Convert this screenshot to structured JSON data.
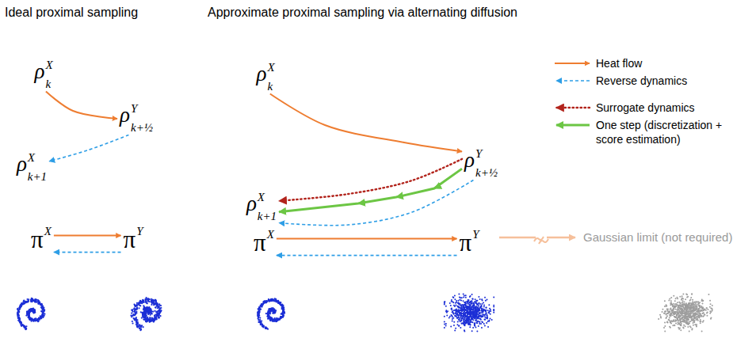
{
  "diagram": {
    "nodes": [
      {
        "text": [
          "ρ",
          "X",
          "k"
        ]
      },
      {
        "text": [
          "ρ",
          "Y",
          "k+½"
        ]
      },
      {
        "text": [
          "ρ",
          "X",
          "k+1"
        ]
      },
      {
        "text": [
          "π",
          "X"
        ]
      },
      {
        "text": [
          "π",
          "Y"
        ]
      },
      {
        "text": [
          "ρ",
          "X",
          "k"
        ]
      },
      {
        "text": [
          "ρ",
          "Y",
          "k+½"
        ]
      },
      {
        "text": [
          "ρ",
          "X",
          "k+1"
        ]
      },
      {
        "text": [
          "π",
          "X"
        ]
      },
      {
        "text": [
          "π",
          "Y"
        ]
      }
    ],
    "edges": [
      {
        "from": 0,
        "to": 1,
        "arrow": "to"
      },
      {
        "from": 1,
        "to": 2,
        "arrow": "to"
      },
      {
        "from": 3,
        "to": 4,
        "arrow": "to"
      },
      {
        "from": 4,
        "to": 3,
        "arrow": "to"
      },
      {
        "from": 5,
        "to": 6,
        "arrow": "to"
      },
      {
        "from": 6,
        "to": 7,
        "arrow": "to"
      },
      {
        "from": 6,
        "to": 7,
        "arrow": "to"
      },
      {
        "from": 6,
        "to": 7,
        "arrow": "to"
      },
      {
        "from": 8,
        "to": 9,
        "arrow": "to"
      },
      {
        "from": 9,
        "to": 8,
        "arrow": "to"
      }
    ],
    "labels": [
      "Ideal proximal sampling",
      "Approximate proximal sampling via alternating diffusion",
      "Gaussian limit (not required)"
    ],
    "legend": [
      {
        "text": "Heat flow"
      },
      {
        "text": "Reverse dynamics"
      },
      {
        "text": "Surrogate dynamics"
      },
      {
        "text": "One step (discretization + score estimation)"
      }
    ]
  }
}
